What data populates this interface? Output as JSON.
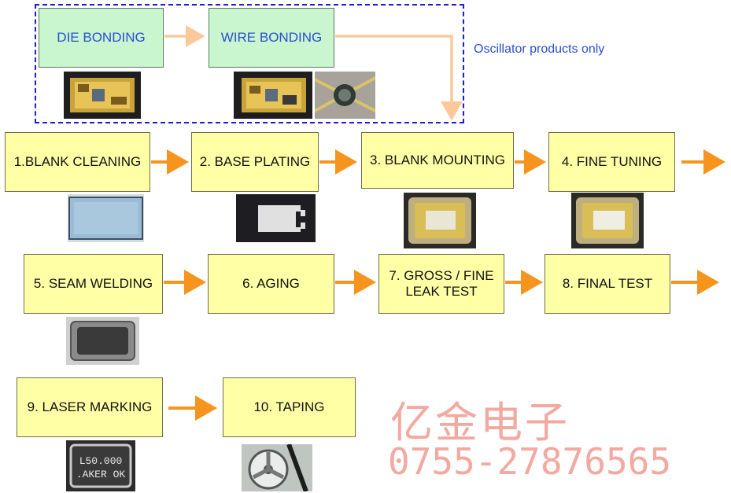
{
  "top": {
    "die_bonding": "DIE BONDING",
    "wire_bonding": "WIRE BONDING",
    "note": "Oscillator products only"
  },
  "steps": {
    "s1": "1.BLANK CLEANING",
    "s2": "2. BASE PLATING",
    "s3": "3. BLANK MOUNTING",
    "s4": "4. FINE TUNING",
    "s5": "5. SEAM WELDING",
    "s6": "6. AGING",
    "s7": "7. GROSS / FINE\nLEAK TEST",
    "s8": "8. FINAL TEST",
    "s9": "9. LASER MARKING",
    "s10": "10. TAPING"
  },
  "marking": {
    "line1": "L50.000",
    "line2": ".AKER OK"
  },
  "watermark": {
    "name": "亿金电子",
    "phone": "0755-27876565"
  },
  "colors": {
    "box": "#ffffa6",
    "green_box": "#c9f5cf",
    "arrow": "#f7941d",
    "peach_arrow": "#fbc89a",
    "dashed": "#1a1adb",
    "watermark": "#f3a8a0"
  }
}
